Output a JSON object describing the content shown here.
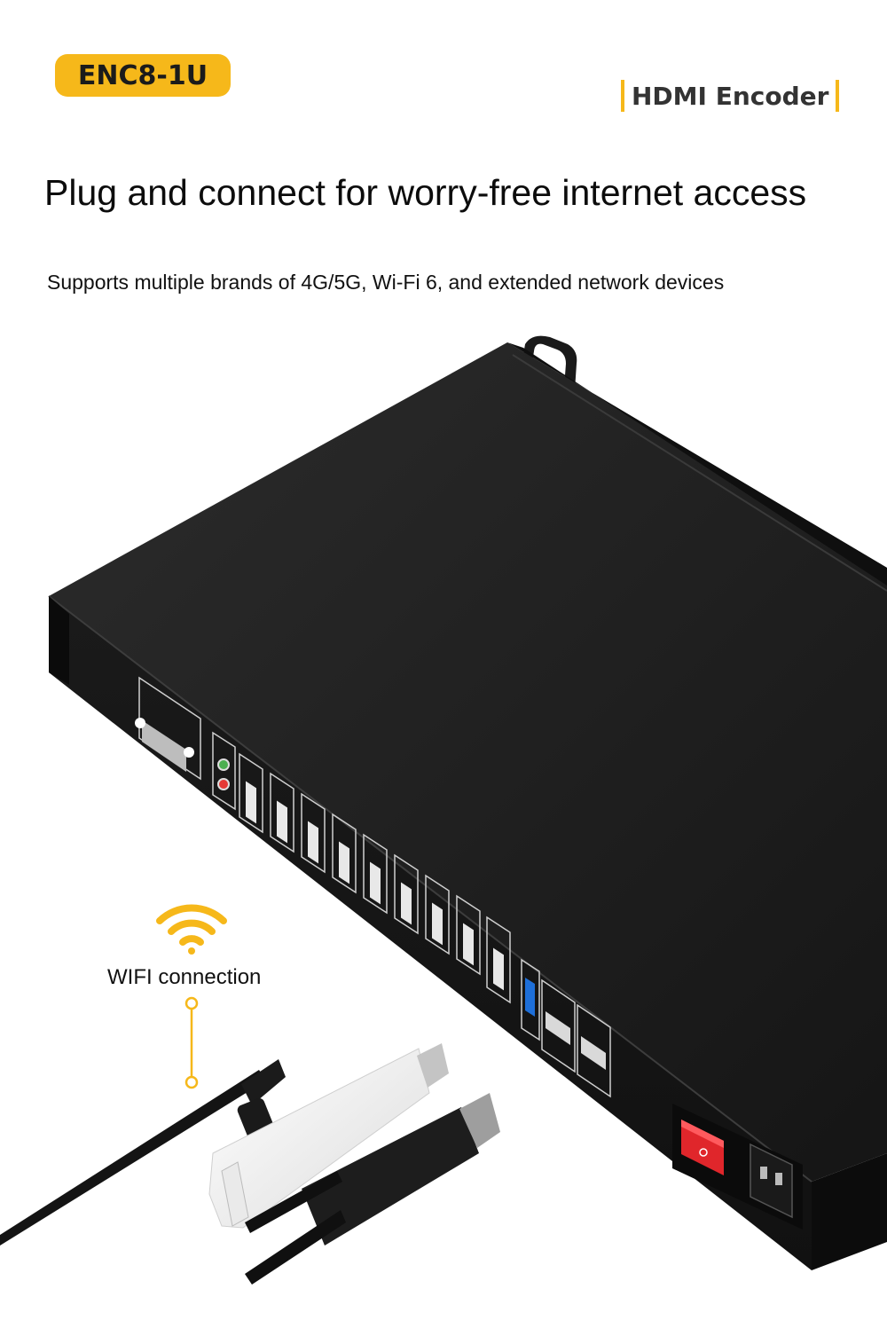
{
  "model_badge": "ENC8-1U",
  "category": "HDMI Encoder",
  "headline": "Plug and connect for worry-free internet access",
  "subheadline": "Supports multiple brands of 4G/5G, Wi-Fi 6, and extended network devices",
  "callout": {
    "label": "WIFI connection",
    "icon": "wifi-icon"
  },
  "colors": {
    "accent": "#f6b81a",
    "device_body": "#1e1e1e",
    "power_switch": "#e0262b"
  }
}
